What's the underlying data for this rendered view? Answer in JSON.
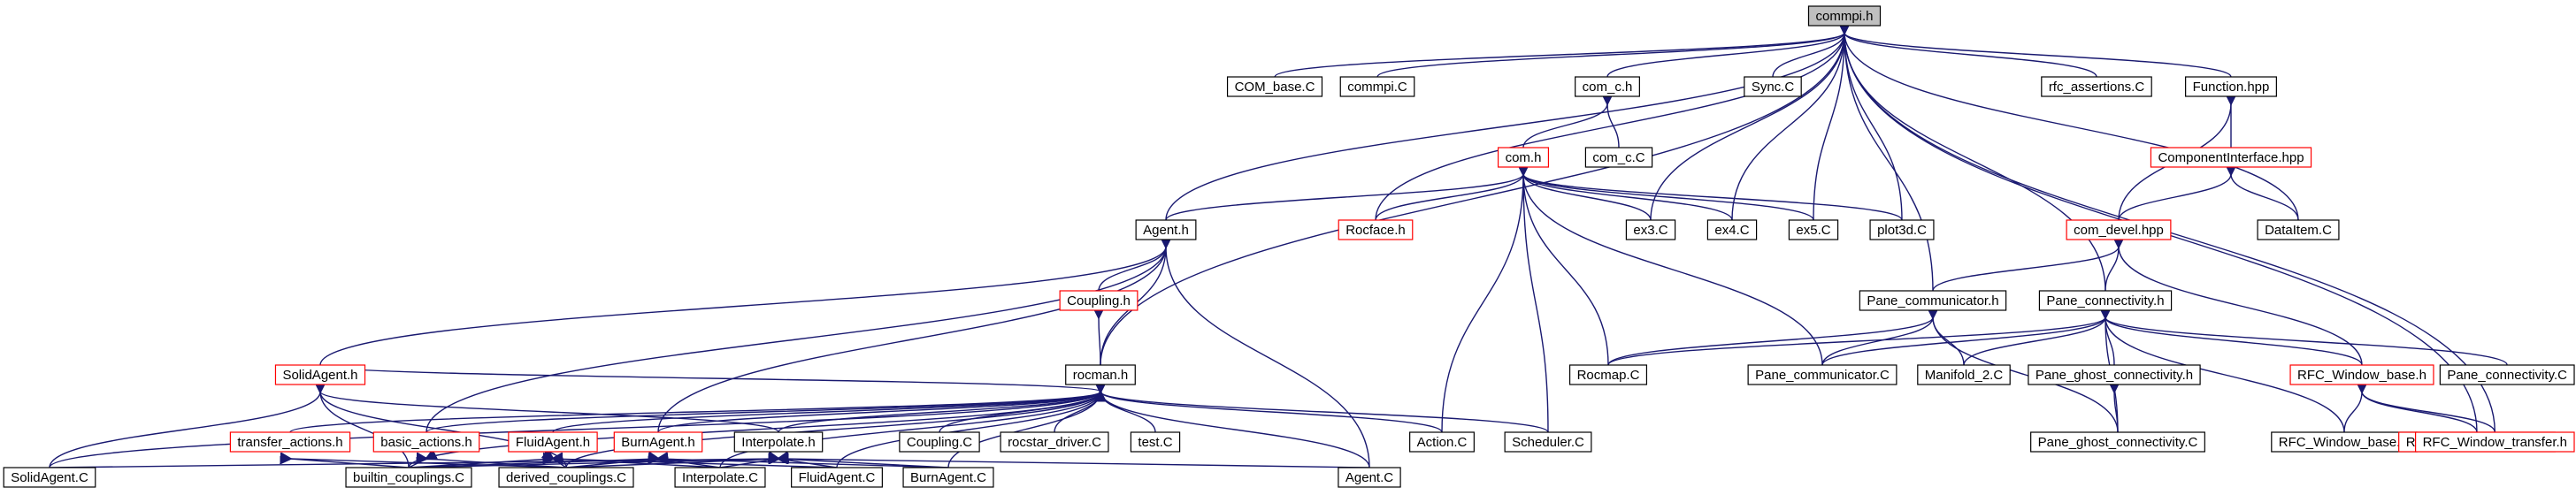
{
  "colors": {
    "edge": "#191970",
    "root_fill": "#bfbfbf",
    "normal_border": "#000000",
    "incomplete_border": "#ff0000"
  },
  "nodes": [
    {
      "id": "commpi_h",
      "label": "commpi.h",
      "style": "root"
    },
    {
      "id": "COM_base_C",
      "label": "COM_base.C",
      "style": "black"
    },
    {
      "id": "commpi_C",
      "label": "commpi.C",
      "style": "black"
    },
    {
      "id": "com_c_h",
      "label": "com_c.h",
      "style": "black"
    },
    {
      "id": "Sync_C",
      "label": "Sync.C",
      "style": "black"
    },
    {
      "id": "rfc_assertions_C",
      "label": "rfc_assertions.C",
      "style": "black"
    },
    {
      "id": "Function_hpp",
      "label": "Function.hpp",
      "style": "black"
    },
    {
      "id": "com_h",
      "label": "com.h",
      "style": "red"
    },
    {
      "id": "com_c_C",
      "label": "com_c.C",
      "style": "black"
    },
    {
      "id": "ComponentInterface_hpp",
      "label": "ComponentInterface.hpp",
      "style": "red"
    },
    {
      "id": "Agent_h",
      "label": "Agent.h",
      "style": "black"
    },
    {
      "id": "Rocface_h",
      "label": "Rocface.h",
      "style": "red"
    },
    {
      "id": "ex3_C",
      "label": "ex3.C",
      "style": "black"
    },
    {
      "id": "ex4_C",
      "label": "ex4.C",
      "style": "black"
    },
    {
      "id": "ex5_C",
      "label": "ex5.C",
      "style": "black"
    },
    {
      "id": "plot3d_C",
      "label": "plot3d.C",
      "style": "black"
    },
    {
      "id": "com_devel_hpp",
      "label": "com_devel.hpp",
      "style": "red"
    },
    {
      "id": "DataItem_C",
      "label": "DataItem.C",
      "style": "black"
    },
    {
      "id": "Coupling_h",
      "label": "Coupling.h",
      "style": "red"
    },
    {
      "id": "Pane_communicator_h",
      "label": "Pane_communicator.h",
      "style": "black"
    },
    {
      "id": "Pane_connectivity_h",
      "label": "Pane_connectivity.h",
      "style": "black"
    },
    {
      "id": "SolidAgent_h",
      "label": "SolidAgent.h",
      "style": "red"
    },
    {
      "id": "rocman_h",
      "label": "rocman.h",
      "style": "black"
    },
    {
      "id": "Rocmap_C",
      "label": "Rocmap.C",
      "style": "black"
    },
    {
      "id": "Pane_communicator_C",
      "label": "Pane_communicator.C",
      "style": "black"
    },
    {
      "id": "Manifold_2_C",
      "label": "Manifold_2.C",
      "style": "black"
    },
    {
      "id": "Pane_ghost_connectivity_h",
      "label": "Pane_ghost_connectivity.h",
      "style": "black"
    },
    {
      "id": "RFC_Window_base_h",
      "label": "RFC_Window_base.h",
      "style": "red"
    },
    {
      "id": "Pane_connectivity_C",
      "label": "Pane_connectivity.C",
      "style": "black"
    },
    {
      "id": "transfer_actions_h",
      "label": "transfer_actions.h",
      "style": "red"
    },
    {
      "id": "basic_actions_h",
      "label": "basic_actions.h",
      "style": "red"
    },
    {
      "id": "FluidAgent_h",
      "label": "FluidAgent.h",
      "style": "red"
    },
    {
      "id": "BurnAgent_h",
      "label": "BurnAgent.h",
      "style": "red"
    },
    {
      "id": "Interpolate_h",
      "label": "Interpolate.h",
      "style": "black"
    },
    {
      "id": "Coupling_C",
      "label": "Coupling.C",
      "style": "black"
    },
    {
      "id": "rocstar_driver_C",
      "label": "rocstar_driver.C",
      "style": "black"
    },
    {
      "id": "test_C",
      "label": "test.C",
      "style": "black"
    },
    {
      "id": "Action_C",
      "label": "Action.C",
      "style": "black"
    },
    {
      "id": "Scheduler_C",
      "label": "Scheduler.C",
      "style": "black"
    },
    {
      "id": "Pane_ghost_connectivity_C",
      "label": "Pane_ghost_connectivity.C",
      "style": "black"
    },
    {
      "id": "RFC_Window_base_C",
      "label": "RFC_Window_base.C",
      "style": "black"
    },
    {
      "id": "RFC_Window_overlay_h",
      "label": "RFC_Window_overlay.h",
      "style": "red"
    },
    {
      "id": "RFC_Window_transfer_h",
      "label": "RFC_Window_transfer.h",
      "style": "red"
    },
    {
      "id": "SolidAgent_C",
      "label": "SolidAgent.C",
      "style": "black"
    },
    {
      "id": "builtin_couplings_C",
      "label": "builtin_couplings.C",
      "style": "black"
    },
    {
      "id": "derived_couplings_C",
      "label": "derived_couplings.C",
      "style": "black"
    },
    {
      "id": "Interpolate_C",
      "label": "Interpolate.C",
      "style": "black"
    },
    {
      "id": "FluidAgent_C",
      "label": "FluidAgent.C",
      "style": "black"
    },
    {
      "id": "BurnAgent_C",
      "label": "BurnAgent.C",
      "style": "black"
    },
    {
      "id": "Agent_C",
      "label": "Agent.C",
      "style": "black"
    }
  ],
  "edges": [
    [
      "commpi_h",
      "COM_base_C"
    ],
    [
      "commpi_h",
      "commpi_C"
    ],
    [
      "commpi_h",
      "com_c_h"
    ],
    [
      "commpi_h",
      "Sync_C"
    ],
    [
      "commpi_h",
      "rfc_assertions_C"
    ],
    [
      "commpi_h",
      "Function_hpp"
    ],
    [
      "commpi_h",
      "Agent_h"
    ],
    [
      "commpi_h",
      "rocman_h"
    ],
    [
      "commpi_h",
      "Rocface_h"
    ],
    [
      "commpi_h",
      "ex3_C"
    ],
    [
      "commpi_h",
      "ex4_C"
    ],
    [
      "commpi_h",
      "ex5_C"
    ],
    [
      "commpi_h",
      "plot3d_C"
    ],
    [
      "commpi_h",
      "Pane_communicator_h"
    ],
    [
      "commpi_h",
      "Pane_connectivity_h"
    ],
    [
      "commpi_h",
      "DataItem_C"
    ],
    [
      "commpi_h",
      "RFC_Window_overlay_h"
    ],
    [
      "commpi_h",
      "RFC_Window_transfer_h"
    ],
    [
      "com_c_h",
      "com_h"
    ],
    [
      "com_c_h",
      "com_c_C"
    ],
    [
      "Function_hpp",
      "ComponentInterface_hpp"
    ],
    [
      "Function_hpp",
      "com_devel_hpp"
    ],
    [
      "ComponentInterface_hpp",
      "com_devel_hpp"
    ],
    [
      "ComponentInterface_hpp",
      "DataItem_C"
    ],
    [
      "com_h",
      "Agent_h"
    ],
    [
      "com_h",
      "Rocface_h"
    ],
    [
      "com_h",
      "ex3_C"
    ],
    [
      "com_h",
      "ex4_C"
    ],
    [
      "com_h",
      "ex5_C"
    ],
    [
      "com_h",
      "plot3d_C"
    ],
    [
      "com_h",
      "Action_C"
    ],
    [
      "com_h",
      "Scheduler_C"
    ],
    [
      "com_h",
      "Rocmap_C"
    ],
    [
      "com_h",
      "Pane_communicator_C"
    ],
    [
      "com_devel_hpp",
      "Pane_communicator_h"
    ],
    [
      "com_devel_hpp",
      "Pane_connectivity_h"
    ],
    [
      "com_devel_hpp",
      "RFC_Window_base_h"
    ],
    [
      "Agent_h",
      "Coupling_h"
    ],
    [
      "Agent_h",
      "rocman_h"
    ],
    [
      "Agent_h",
      "SolidAgent_h"
    ],
    [
      "Agent_h",
      "basic_actions_h"
    ],
    [
      "Agent_h",
      "BurnAgent_h"
    ],
    [
      "Agent_h",
      "Agent_C"
    ],
    [
      "Coupling_h",
      "rocman_h"
    ],
    [
      "SolidAgent_h",
      "SolidAgent_C"
    ],
    [
      "SolidAgent_h",
      "builtin_couplings_C"
    ],
    [
      "SolidAgent_h",
      "derived_couplings_C"
    ],
    [
      "rocman_h",
      "SolidAgent_h"
    ],
    [
      "rocman_h",
      "transfer_actions_h"
    ],
    [
      "rocman_h",
      "basic_actions_h"
    ],
    [
      "rocman_h",
      "FluidAgent_h"
    ],
    [
      "rocman_h",
      "BurnAgent_h"
    ],
    [
      "rocman_h",
      "Interpolate_h"
    ],
    [
      "rocman_h",
      "Coupling_C"
    ],
    [
      "rocman_h",
      "rocstar_driver_C"
    ],
    [
      "rocman_h",
      "test_C"
    ],
    [
      "rocman_h",
      "Action_C"
    ],
    [
      "rocman_h",
      "Scheduler_C"
    ],
    [
      "rocman_h",
      "SolidAgent_C"
    ],
    [
      "rocman_h",
      "builtin_couplings_C"
    ],
    [
      "rocman_h",
      "derived_couplings_C"
    ],
    [
      "rocman_h",
      "Interpolate_C"
    ],
    [
      "rocman_h",
      "FluidAgent_C"
    ],
    [
      "rocman_h",
      "BurnAgent_C"
    ],
    [
      "rocman_h",
      "Agent_C"
    ],
    [
      "SolidAgent_h",
      "Interpolate_h"
    ],
    [
      "transfer_actions_h",
      "builtin_couplings_C"
    ],
    [
      "transfer_actions_h",
      "derived_couplings_C"
    ],
    [
      "basic_actions_h",
      "builtin_couplings_C"
    ],
    [
      "basic_actions_h",
      "derived_couplings_C"
    ],
    [
      "FluidAgent_h",
      "builtin_couplings_C"
    ],
    [
      "FluidAgent_h",
      "derived_couplings_C"
    ],
    [
      "FluidAgent_h",
      "Interpolate_C"
    ],
    [
      "FluidAgent_h",
      "FluidAgent_C"
    ],
    [
      "BurnAgent_h",
      "builtin_couplings_C"
    ],
    [
      "BurnAgent_h",
      "derived_couplings_C"
    ],
    [
      "BurnAgent_h",
      "Interpolate_C"
    ],
    [
      "BurnAgent_h",
      "BurnAgent_C"
    ],
    [
      "Interpolate_h",
      "SolidAgent_C"
    ],
    [
      "Interpolate_h",
      "builtin_couplings_C"
    ],
    [
      "Interpolate_h",
      "derived_couplings_C"
    ],
    [
      "Interpolate_h",
      "Interpolate_C"
    ],
    [
      "Interpolate_h",
      "FluidAgent_C"
    ],
    [
      "Interpolate_h",
      "BurnAgent_C"
    ],
    [
      "Interpolate_h",
      "Agent_C"
    ],
    [
      "Pane_communicator_h",
      "Rocmap_C"
    ],
    [
      "Pane_communicator_h",
      "Pane_communicator_C"
    ],
    [
      "Pane_communicator_h",
      "Manifold_2_C"
    ],
    [
      "Pane_communicator_h",
      "Pane_ghost_connectivity_C"
    ],
    [
      "Pane_connectivity_h",
      "Rocmap_C"
    ],
    [
      "Pane_connectivity_h",
      "Pane_communicator_C"
    ],
    [
      "Pane_connectivity_h",
      "Manifold_2_C"
    ],
    [
      "Pane_connectivity_h",
      "Pane_ghost_connectivity_h"
    ],
    [
      "Pane_connectivity_h",
      "RFC_Window_base_h"
    ],
    [
      "Pane_connectivity_h",
      "Pane_connectivity_C"
    ],
    [
      "Pane_connectivity_h",
      "Pane_ghost_connectivity_C"
    ],
    [
      "Pane_connectivity_h",
      "RFC_Window_base_C"
    ],
    [
      "Pane_ghost_connectivity_h",
      "Pane_ghost_connectivity_C"
    ],
    [
      "RFC_Window_base_h",
      "RFC_Window_base_C"
    ],
    [
      "RFC_Window_base_h",
      "RFC_Window_overlay_h"
    ],
    [
      "RFC_Window_base_h",
      "RFC_Window_transfer_h"
    ]
  ]
}
